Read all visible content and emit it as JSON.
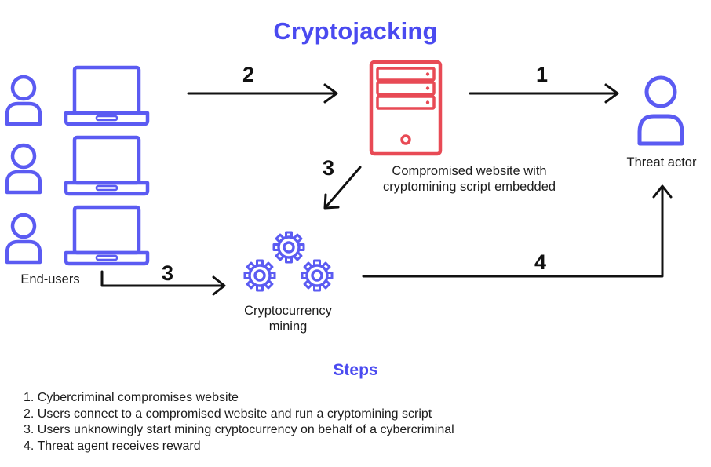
{
  "title": "Cryptojacking",
  "nodes": {
    "end_users": "End-users",
    "website": [
      "Compromised website with",
      "cryptomining script embedded"
    ],
    "threat_actor": "Threat actor",
    "mining": [
      "Cryptocurrency",
      "mining"
    ]
  },
  "arrows": {
    "users_to_website": "2",
    "website_to_actor": "1",
    "website_to_mining": "3",
    "users_to_mining": "3",
    "mining_to_actor": "4"
  },
  "steps": {
    "title": "Steps",
    "items": [
      "1. Cybercriminal compromises website",
      "2. Users connect to a compromised website and run a cryptomining script",
      "3. Users unknowingly start mining cryptocurrency on behalf of a cybercriminal",
      "4. Threat agent receives reward"
    ]
  },
  "colors": {
    "accent": "#4a4af0",
    "user_icon": "#5b5bf2",
    "server": "#e84a55",
    "arrow": "#111111"
  }
}
